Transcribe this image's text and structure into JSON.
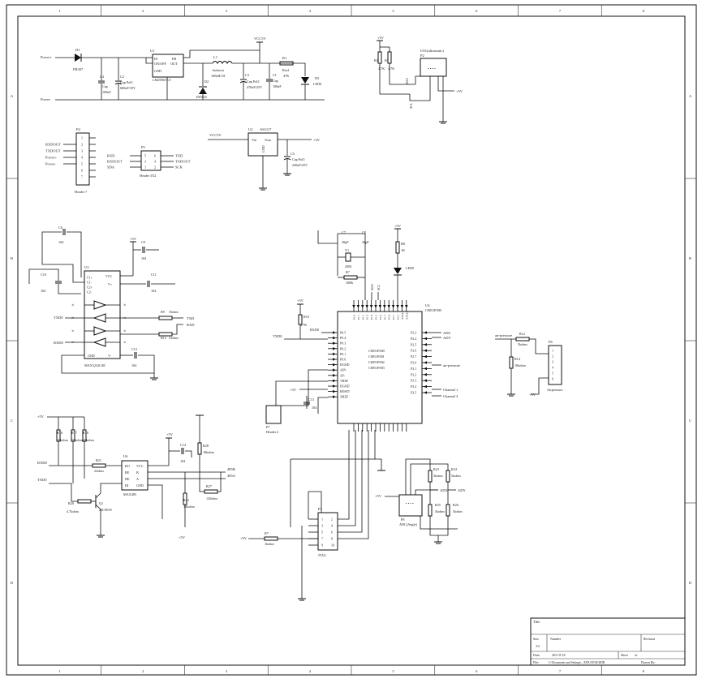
{
  "frame": {
    "cols": [
      "1",
      "2",
      "3",
      "4",
      "5",
      "6",
      "7",
      "8"
    ],
    "rows": [
      "A",
      "B",
      "C",
      "D"
    ]
  },
  "title_block": {
    "title_label": "Title",
    "size_label": "Size",
    "size_value": "A3",
    "number_label": "Number",
    "revision_label": "Revision",
    "date_label": "Date:",
    "date_value": "2011-8-18",
    "sheet_label": "Sheet",
    "sheet_of": "of",
    "file_label": "File:",
    "file_value": "C:\\Documents and Settings\\...\\DOUCE\\M.DDB",
    "drawn_label": "Drawn By:"
  },
  "power": {
    "power_plus": "Power+",
    "power_minus": "Power-",
    "d1": "D1",
    "d1_part": "FR307",
    "c4": "C4",
    "c4_val": "Cap",
    "c4_val2": "100nF",
    "c2": "C2",
    "c2_val": "Cap Pol3",
    "c2_val2": "680uF/35V",
    "u1": "U1",
    "u1_part": "LM2596S-5.0",
    "u1_in": "IN",
    "u1_onoff": "ON/OFF",
    "u1_fb": "FB",
    "u1_out": "OUT",
    "u1_gnd": "GND",
    "l1": "L1",
    "l1_part": "Inductor",
    "l1_val": "100uH/3A",
    "d2": "D2",
    "d2_part": "IN5825",
    "c3": "C3",
    "c3_val": "Cap Pol3",
    "c3_val2": "470uF/25V",
    "c1": "C1",
    "c1_val": "Cap",
    "c1_val2": "100nF",
    "r1": "R1",
    "r1_part": "Res2",
    "r1_val": "47K",
    "d3": "D3",
    "d3_part": "LED0",
    "vcc5v": "VCC5V"
  },
  "ultra": {
    "v5": "+5V",
    "r2": "R2",
    "r2_val": "4.7K",
    "r3": "R3",
    "r3_val": "4.7K",
    "p2_title": "US1(ultrasonic)",
    "p2": "P2",
    "sda": "SDA",
    "scl": "SCL",
    "v5b": "+5V"
  },
  "headers": {
    "p4": "P4",
    "p4_name": "Header 7",
    "p4_nets": [
      "RXDOUT",
      "TXDOUT",
      "Power+",
      "Power-"
    ],
    "p5": "P5",
    "p5_name": "Header 3X2",
    "p5_left": [
      "RXD",
      "RXDOUT",
      "SDA"
    ],
    "p5_right": [
      "TXD",
      "TXDOUT",
      "SCK"
    ]
  },
  "ldo": {
    "vcc5v": "VCC5V",
    "u2": "U2",
    "u2_part": "AS1117",
    "vin": "Vin",
    "vout": "Vout",
    "gnd": "GND",
    "v3": "+3V",
    "c5": "C5",
    "c5_val": "Cap Pol3",
    "c5_val2": "220uF/25V"
  },
  "max232": {
    "c6": "C6",
    "c6_val": "104",
    "c9": "C9",
    "c9_val": "104",
    "c10": "C10",
    "c10_val": "104",
    "c11": "C11",
    "c11_val": "104",
    "c12": "C12",
    "c12_val": "104",
    "v5": "+5V",
    "u3": "U3",
    "u3_part": "MAX3232CSE",
    "pins_left": [
      "C1+",
      "C1-",
      "C2+",
      "C2-"
    ],
    "vcc": "VCC",
    "vplus": "V+",
    "vminus": "V-",
    "gnd": "GND",
    "r9": "R9",
    "r9_val": "33ohm",
    "r13": "R13",
    "r13_val": "33ohm",
    "txd0": "TXD0",
    "rxd0": "RXD0",
    "txd": "TXD",
    "rxd": "RXD"
  },
  "mcu": {
    "c7": "C7",
    "c7_val": "30pF",
    "c8": "C8",
    "c8_val": "30pF",
    "y1": "Y1",
    "y1_val": "20M",
    "r7": "R7",
    "r7_val": "100K",
    "v5": "+5V",
    "r8": "R8",
    "r8_val": "1K",
    "led": "LED0",
    "sda": "SDA",
    "scl": "SCL",
    "u4": "U4",
    "u4_part": "C8051F000",
    "names": [
      "C8051F000",
      "C8051F001",
      "C8051F002",
      "C8051F003"
    ],
    "r10": "R10",
    "r10_val": "4.7K",
    "v5b": "+5V",
    "rxd0": "RXD0",
    "txd0": "TXD0",
    "pins_left": [
      "P0.5",
      "P0.4",
      "P0.3",
      "P0.2",
      "P0.1",
      "P0.0",
      "DGND",
      "AIN",
      "AV-",
      "VREF",
      "DGND",
      "RESET",
      "XREF"
    ],
    "pins_right": [
      "P2.3",
      "P2.4",
      "P2.5",
      "P2.6",
      "P2.7",
      "P3.0",
      "P3.1",
      "P3.2",
      "P3.3",
      "P3.4",
      "P3.5"
    ],
    "pins_top": [
      "P1.0",
      "P1.1",
      "P1.2",
      "P1.3",
      "P1.4",
      "P1.5",
      "P1.6",
      "P1.7",
      "P2.0",
      "P2.1",
      "P2.2",
      "XTAL1",
      "XTAL2"
    ],
    "ads": "ADS",
    "ady": "ADY",
    "air_pressure": "air-pressure",
    "ch1": "Channel 1",
    "ch2": "Channel 2",
    "c13": "C13",
    "c13_val": "104",
    "v3": "+3V",
    "p7": "P7",
    "p7_name": "Header 2"
  },
  "air": {
    "label": "air-pressure",
    "r12": "R12",
    "r12_val": "5kohm",
    "r14": "R14",
    "r14_val": "10kohm",
    "p6": "P6",
    "p6_name": "Airpressure",
    "v5": "+5V"
  },
  "rs485": {
    "v5": "+5V",
    "r16": "R16",
    "r16_val": "10kohm",
    "r17": "R17",
    "r17_val": "10kohm",
    "r18": "R18",
    "r18_val": "10kohm",
    "rxd0": "RXD0",
    "txd0": "TXD0",
    "r21": "R21",
    "r21_val": "22ohm",
    "r20": "R20",
    "r20_val": "4.7kohm",
    "q1": "Q1",
    "q1_part": "2SC9018",
    "u6": "U6",
    "u6_part": "MAX485",
    "u6_pins_l": [
      "RO",
      "RE",
      "DE",
      "DI"
    ],
    "u6_pins_r": [
      "VCC",
      "B",
      "A",
      "GND"
    ],
    "v5b": "+5V",
    "c14": "C14",
    "c14_val": "104",
    "r19": "R19",
    "r19_val": "10kohm",
    "r28": "R28",
    "r28_val": "10kohm",
    "r22": "R22",
    "r22_val": "10kohm",
    "r27": "R27",
    "r27_val": "120ohm",
    "v5c": "+5V",
    "b485": "485B",
    "a485": "485A"
  },
  "jtag": {
    "p5": "P3",
    "name": "JTAG",
    "pins": [
      "1",
      "2",
      "3",
      "4",
      "5",
      "6",
      "7",
      "8",
      "9",
      "10"
    ],
    "v5": "+5V",
    "r7": "R7",
    "r7_val": "1kohm"
  },
  "angle": {
    "p8": "P8",
    "p8_name": "ADC(Angle)",
    "v5": "+5V",
    "r23": "R23",
    "r23_val": "5kohm",
    "r24": "R24",
    "r24_val": "5kohm",
    "r25": "R25",
    "r25_val": "5kohm",
    "r26": "R26",
    "r26_val": "5kohm",
    "adx": "ADX",
    "ady": "ADY"
  }
}
